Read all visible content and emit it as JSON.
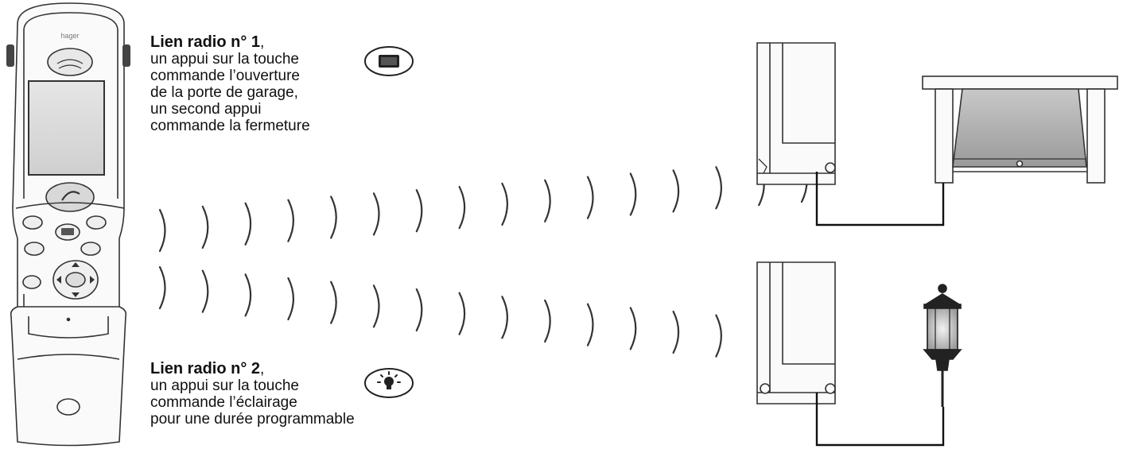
{
  "remote": {
    "brand": "hager"
  },
  "links": [
    {
      "title": "Lien radio n° 1",
      "title_suffix": ",",
      "lines": [
        "un appui sur la touche",
        "commande l’ouverture",
        "de la porte de garage,",
        "un second appui",
        "commande la fermeture"
      ],
      "key_icon": "garage-door-key-icon",
      "device": "garage-door"
    },
    {
      "title": "Lien radio n° 2",
      "title_suffix": ",",
      "lines": [
        "un appui sur la touche",
        "commande l’éclairage",
        "pour une durée programmable"
      ],
      "key_icon": "light-bulb-key-icon",
      "device": "lantern"
    }
  ]
}
